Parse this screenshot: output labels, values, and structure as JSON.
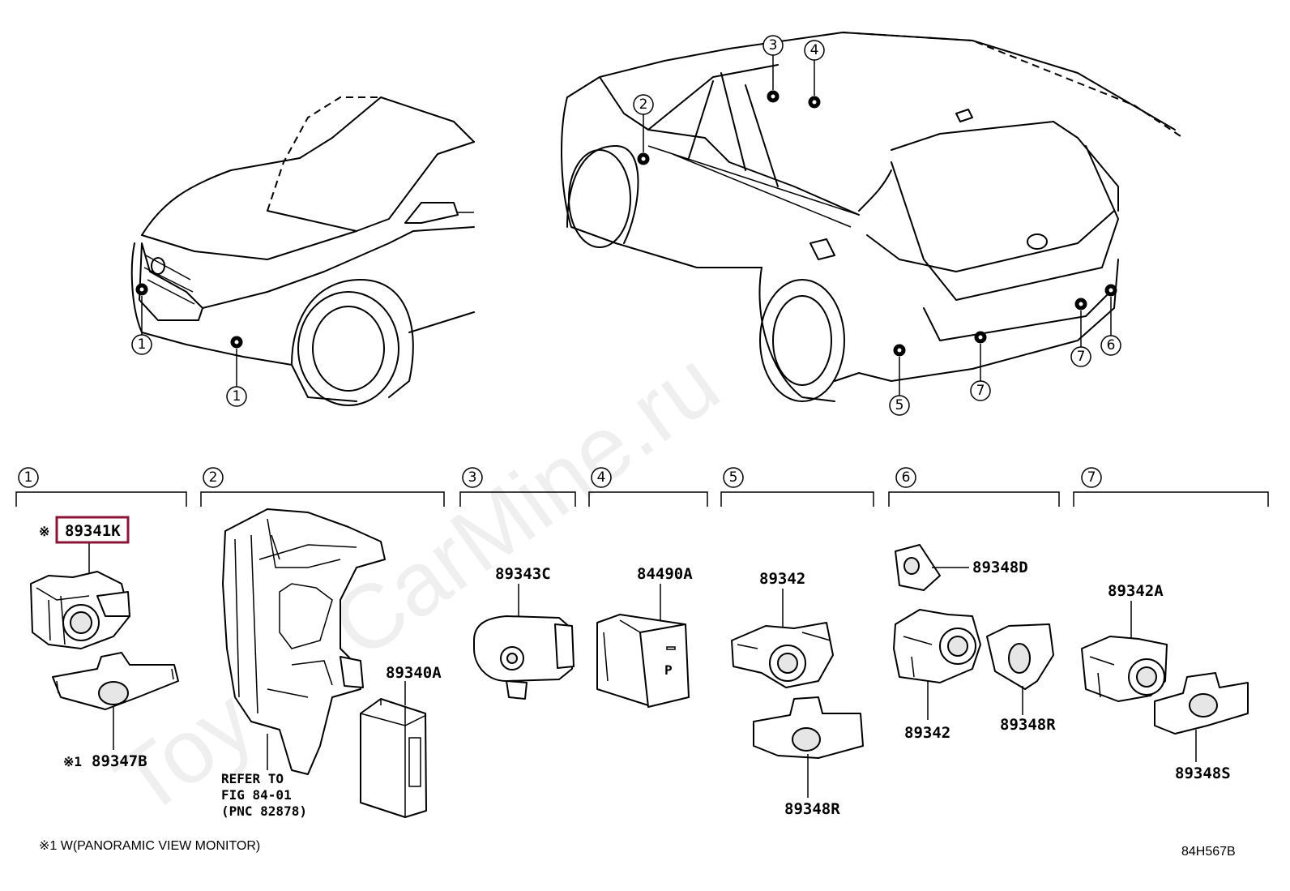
{
  "watermark": "ToyotaCarMine.ru",
  "callouts": {
    "front_left": "1",
    "front_center": "1",
    "rear_2": "2",
    "rear_3": "3",
    "rear_4": "4",
    "rear_5": "5",
    "rear_6": "6",
    "rear_7a": "7",
    "rear_7b": "7"
  },
  "groups": [
    {
      "number": "1"
    },
    {
      "number": "2"
    },
    {
      "number": "3"
    },
    {
      "number": "4"
    },
    {
      "number": "5"
    },
    {
      "number": "6"
    },
    {
      "number": "7"
    }
  ],
  "parts": {
    "g1_sensor": "89341K",
    "g1_sensor_mark": "※",
    "g1_retainer": "89347B",
    "g1_retainer_mark": "※1",
    "g2_ecu": "89340A",
    "g2_refer_line1": "REFER TO",
    "g2_refer_line2": "FIG 84-01",
    "g2_refer_line3": "(PNC 82878)",
    "g3_part": "89343C",
    "g4_switch": "84490A",
    "g4_switch_glyph": "P",
    "g5_sensor": "89342",
    "g5_retainer": "89348R",
    "g6_cover": "89348D",
    "g6_sensor": "89342",
    "g6_retainer": "89348R",
    "g7_sensor": "89342A",
    "g7_retainer": "89348S"
  },
  "highlight_color": "#8b1537",
  "footnote": "※1 W(PANORAMIC VIEW MONITOR)",
  "diagram_code": "84H567B"
}
